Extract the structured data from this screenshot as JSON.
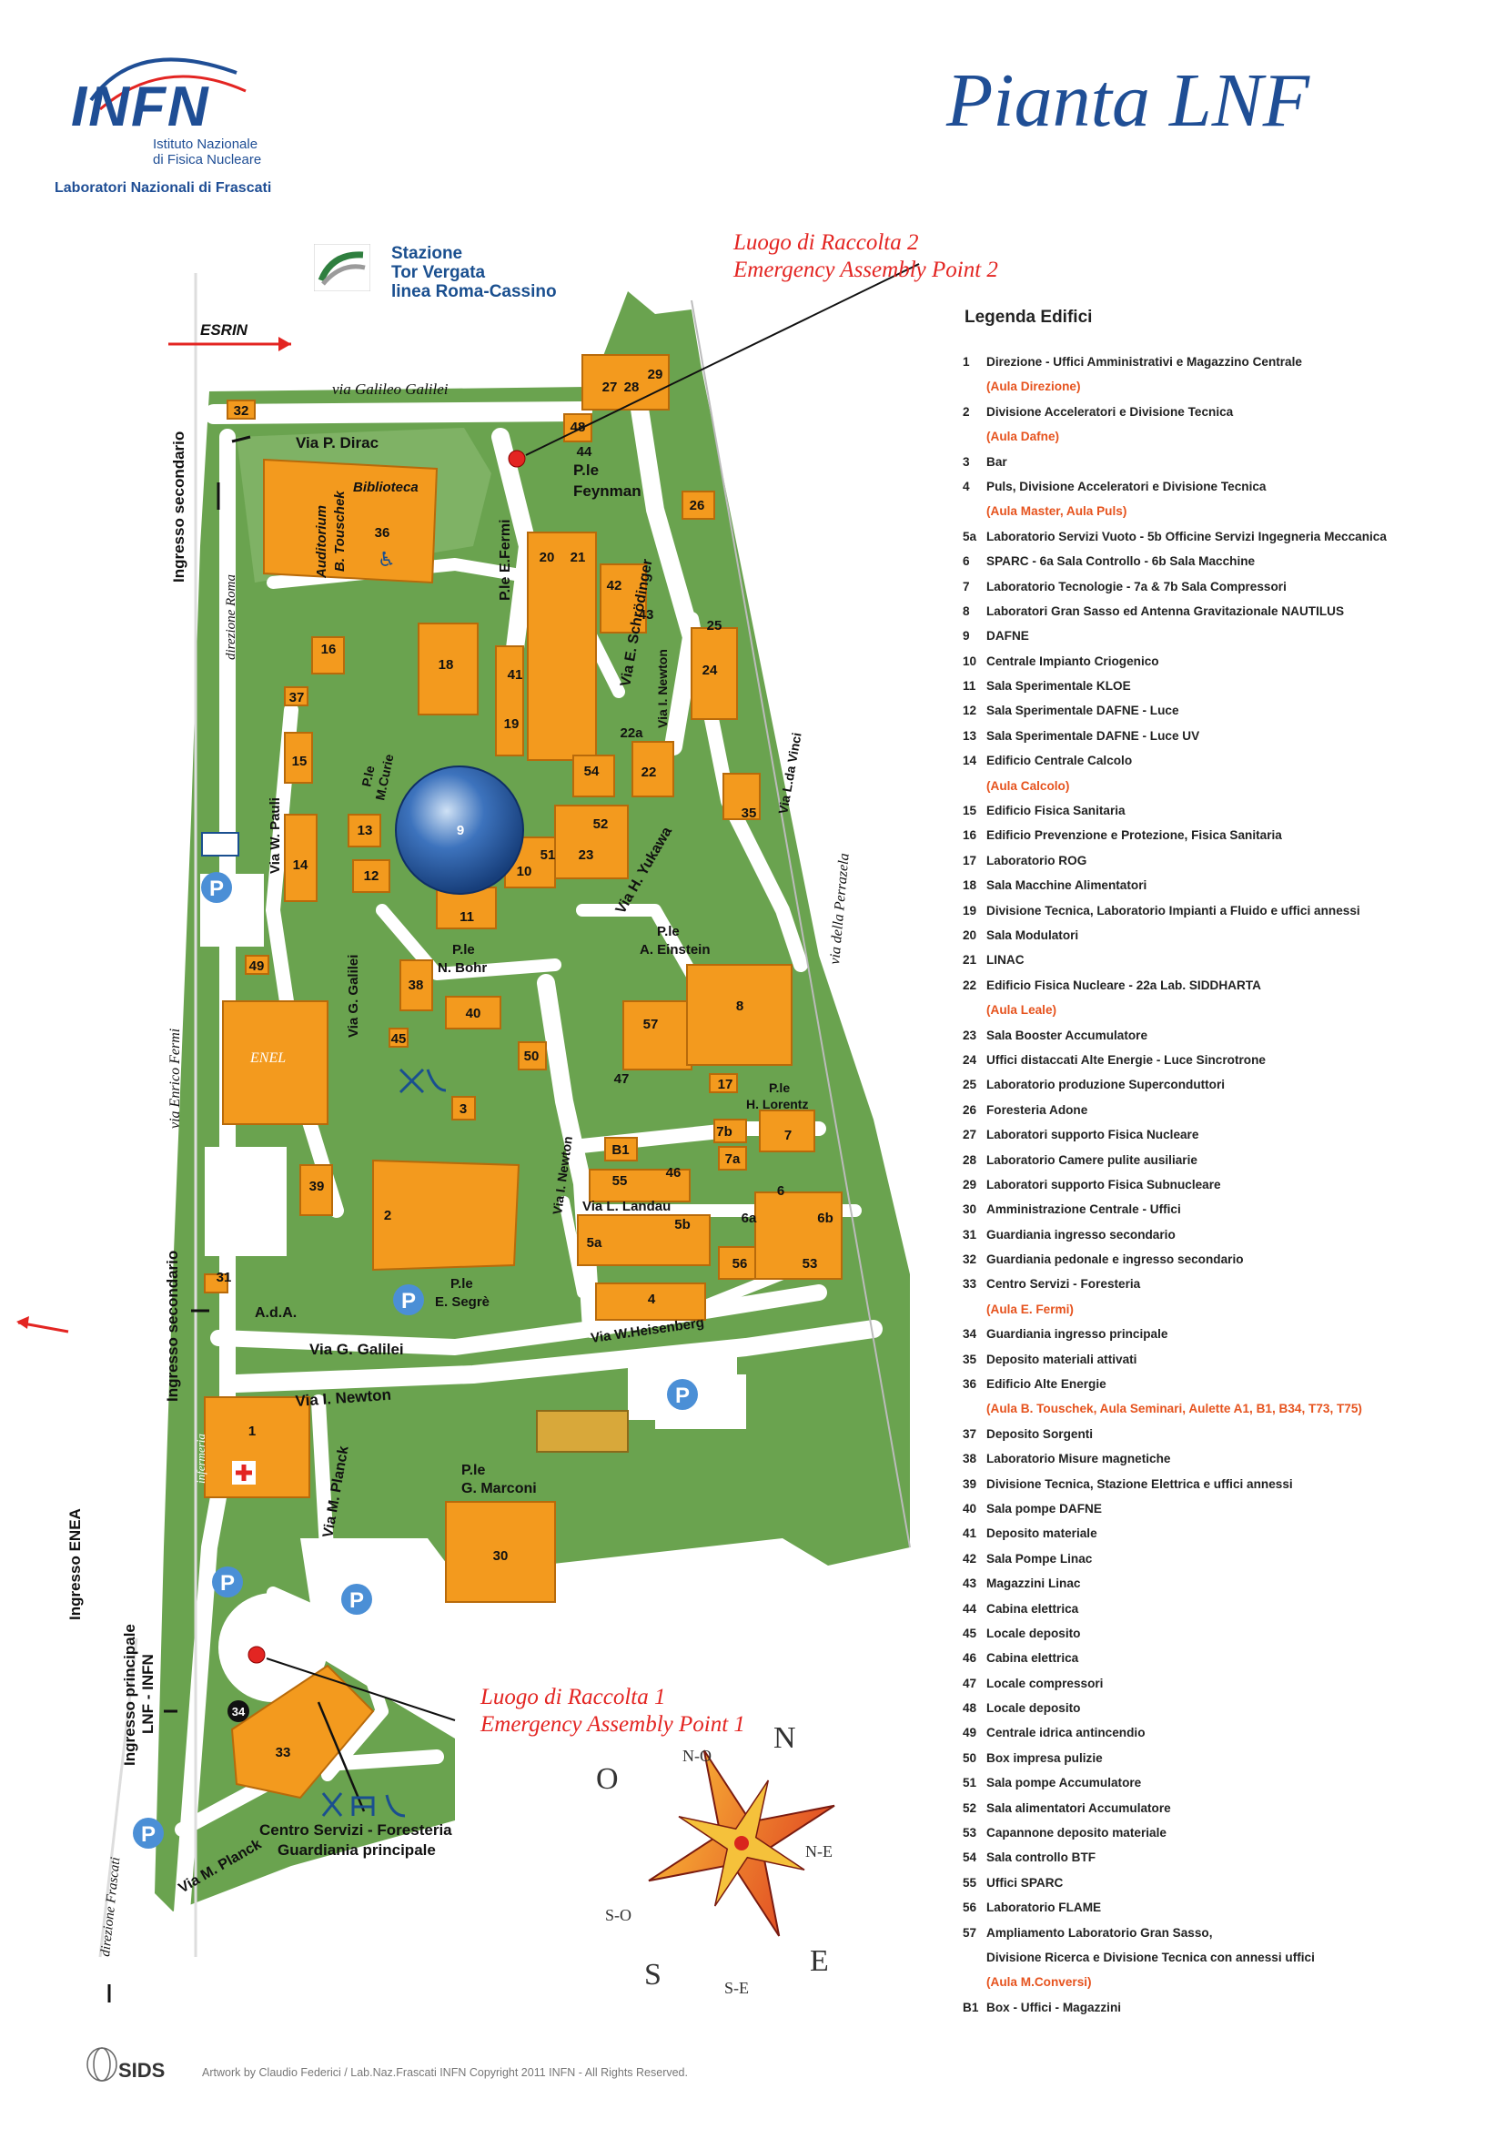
{
  "header": {
    "logo_text": "INFN",
    "logo_line1": "Istituto Nazionale",
    "logo_line2": "di Fisica Nucleare",
    "logo_line3": "Laboratori Nazionali di Frascati",
    "title": "Pianta LNF"
  },
  "station": {
    "line1": "Stazione",
    "line2": "Tor Vergata",
    "line3": "linea Roma-Cassino"
  },
  "assembly_points": {
    "point2_it": "Luogo di Raccolta 2",
    "point2_en": "Emergency Assembly Point 2",
    "point1_it": "Luogo di Raccolta 1",
    "point1_en": "Emergency Assembly Point 1"
  },
  "directions": {
    "esrin": "ESRIN",
    "ingresso_secondario_top": "Ingresso secondario",
    "direzione_roma": "direzione Roma",
    "via_enrico_fermi": "via Enrico Fermi",
    "ingresso_secondario_mid": "Ingresso secondario",
    "ingresso_enea": "Ingresso ENEA",
    "ingresso_principale": "Ingresso principale",
    "lnf_infn": "LNF - INFN",
    "direzione_frascati": "direzione Frascati",
    "via_della_perrazela": "via della Perrazela"
  },
  "roads": {
    "via_galileo_galilei": "via Galileo Galilei",
    "via_p_dirac": "Via P. Dirac",
    "biblioteca": "Biblioteca",
    "auditorium": "Auditorium",
    "touschek": "B. Touschek",
    "ple_feynman_1": "P.le",
    "ple_feynman_2": "Feynman",
    "ple_e_fermi": "P.le E.Fermi",
    "via_e_schrodinger": "Via E. Schrödinger",
    "via_i_newton_top": "Via I. Newton",
    "via_l_da_vinci": "Via L.da Vinci",
    "ple_m_curie_1": "P.le",
    "ple_m_curie_2": "M.Curie",
    "via_w_pauli": "Via W. Pauli",
    "via_h_yukawa": "Via H. Yukawa",
    "ple_a_einstein_1": "P.le",
    "ple_a_einstein_2": "A. Einstein",
    "ple_n_bohr_1": "P.le",
    "ple_n_bohr_2": "N. Bohr",
    "via_g_galilei_vert": "Via G. Galilei",
    "enel": "ENEL",
    "ple_h_lorentz_1": "P.le",
    "ple_h_lorentz_2": "H. Lorentz",
    "via_i_newton_mid": "Via I. Newton",
    "via_l_landau": "Via L. Landau",
    "ple_e_segre_1": "P.le",
    "ple_e_segre_2": "E. Segrè",
    "ada": "A.d.A.",
    "via_g_galilei": "Via G. Galilei",
    "via_w_heisenberg": "Via W.Heisenberg",
    "via_i_newton_low": "Via I. Newton",
    "via_m_planck_vert": "Via M. Planck",
    "infermeria": "infermeria",
    "ple_g_marconi_1": "P.le",
    "ple_g_marconi_2": "G. Marconi",
    "via_m_planck": "Via M. Planck",
    "centro_servizi": "Centro Servizi - Foresteria",
    "guardiania": "Guardiania principale"
  },
  "compass": {
    "n": "N",
    "s": "S",
    "e": "E",
    "o": "O",
    "no": "N-O",
    "ne": "N-E",
    "so": "S-O",
    "se": "S-E"
  },
  "buildings": [
    {
      "id": "32"
    },
    {
      "id": "36"
    },
    {
      "id": "27"
    },
    {
      "id": "28"
    },
    {
      "id": "29"
    },
    {
      "id": "48"
    },
    {
      "id": "44"
    },
    {
      "id": "26"
    },
    {
      "id": "20"
    },
    {
      "id": "21"
    },
    {
      "id": "42"
    },
    {
      "id": "43"
    },
    {
      "id": "25"
    },
    {
      "id": "24"
    },
    {
      "id": "16"
    },
    {
      "id": "18"
    },
    {
      "id": "41"
    },
    {
      "id": "19"
    },
    {
      "id": "37"
    },
    {
      "id": "22a"
    },
    {
      "id": "15"
    },
    {
      "id": "54"
    },
    {
      "id": "22"
    },
    {
      "id": "35"
    },
    {
      "id": "9"
    },
    {
      "id": "52"
    },
    {
      "id": "13"
    },
    {
      "id": "14"
    },
    {
      "id": "12"
    },
    {
      "id": "10"
    },
    {
      "id": "51"
    },
    {
      "id": "23"
    },
    {
      "id": "11"
    },
    {
      "id": "49"
    },
    {
      "id": "38"
    },
    {
      "id": "8"
    },
    {
      "id": "57"
    },
    {
      "id": "40"
    },
    {
      "id": "45"
    },
    {
      "id": "50"
    },
    {
      "id": "47"
    },
    {
      "id": "17"
    },
    {
      "id": "3"
    },
    {
      "id": "7b"
    },
    {
      "id": "7"
    },
    {
      "id": "B1"
    },
    {
      "id": "7a"
    },
    {
      "id": "55"
    },
    {
      "id": "46"
    },
    {
      "id": "39"
    },
    {
      "id": "2"
    },
    {
      "id": "6"
    },
    {
      "id": "6a"
    },
    {
      "id": "6b"
    },
    {
      "id": "5a"
    },
    {
      "id": "5b"
    },
    {
      "id": "56"
    },
    {
      "id": "53"
    },
    {
      "id": "31"
    },
    {
      "id": "4"
    },
    {
      "id": "1"
    },
    {
      "id": "30"
    },
    {
      "id": "34"
    },
    {
      "id": "33"
    }
  ],
  "legend": {
    "title": "Legenda Edifici",
    "items": [
      {
        "num": "1",
        "text": "Direzione - Uffici Amministrativi e Magazzino Centrale",
        "sub": "(Aula Direzione)"
      },
      {
        "num": "2",
        "text": "Divisione Acceleratori e Divisione Tecnica",
        "sub": "(Aula Dafne)"
      },
      {
        "num": "3",
        "text": "Bar",
        "sub": ""
      },
      {
        "num": "4",
        "text": "Puls, Divisione Acceleratori e Divisione Tecnica",
        "sub": "(Aula Master, Aula Puls)"
      },
      {
        "num": "5a",
        "text": "Laboratorio Servizi Vuoto - 5b Officine Servizi Ingegneria Meccanica",
        "sub": ""
      },
      {
        "num": "6",
        "text": "SPARC - 6a  Sala Controllo - 6b  Sala Macchine",
        "sub": ""
      },
      {
        "num": "7",
        "text": "Laboratorio Tecnologie - 7a  &  7b  Sala Compressori",
        "sub": ""
      },
      {
        "num": "8",
        "text": "Laboratori Gran Sasso ed Antenna Gravitazionale NAUTILUS",
        "sub": ""
      },
      {
        "num": "9",
        "text": "DAFNE",
        "sub": ""
      },
      {
        "num": "10",
        "text": "Centrale Impianto Criogenico",
        "sub": ""
      },
      {
        "num": "11",
        "text": "Sala Sperimentale KLOE",
        "sub": ""
      },
      {
        "num": "12",
        "text": "Sala Sperimentale DAFNE - Luce",
        "sub": ""
      },
      {
        "num": "13",
        "text": "Sala Sperimentale DAFNE - Luce UV",
        "sub": ""
      },
      {
        "num": "14",
        "text": "Edificio Centrale Calcolo",
        "sub": "(Aula Calcolo)"
      },
      {
        "num": "15",
        "text": "Edificio Fisica Sanitaria",
        "sub": ""
      },
      {
        "num": "16",
        "text": "Edificio Prevenzione e Protezione, Fisica Sanitaria",
        "sub": ""
      },
      {
        "num": "17",
        "text": "Laboratorio ROG",
        "sub": ""
      },
      {
        "num": "18",
        "text": "Sala Macchine Alimentatori",
        "sub": ""
      },
      {
        "num": "19",
        "text": "Divisione Tecnica, Laboratorio Impianti a Fluido e uffici annessi",
        "sub": ""
      },
      {
        "num": "20",
        "text": "Sala Modulatori",
        "sub": ""
      },
      {
        "num": "21",
        "text": "LINAC",
        "sub": ""
      },
      {
        "num": "22",
        "text": "Edificio Fisica Nucleare - 22a  Lab. SIDDHARTA",
        "sub": "(Aula Leale)"
      },
      {
        "num": "23",
        "text": "Sala Booster Accumulatore",
        "sub": ""
      },
      {
        "num": "24",
        "text": "Uffici distaccati Alte Energie - Luce Sincrotrone",
        "sub": ""
      },
      {
        "num": "25",
        "text": "Laboratorio produzione Superconduttori",
        "sub": ""
      },
      {
        "num": "26",
        "text": "Foresteria Adone",
        "sub": ""
      },
      {
        "num": "27",
        "text": "Laboratori supporto Fisica Nucleare",
        "sub": ""
      },
      {
        "num": "28",
        "text": "Laboratorio Camere pulite ausiliarie",
        "sub": ""
      },
      {
        "num": "29",
        "text": "Laboratori supporto Fisica Subnucleare",
        "sub": ""
      },
      {
        "num": "30",
        "text": "Amministrazione Centrale - Uffici",
        "sub": ""
      },
      {
        "num": "31",
        "text": "Guardiania ingresso secondario",
        "sub": ""
      },
      {
        "num": "32",
        "text": "Guardiania pedonale e ingresso secondario",
        "sub": ""
      },
      {
        "num": "33",
        "text": "Centro Servizi - Foresteria",
        "sub": "(Aula E. Fermi)"
      },
      {
        "num": "34",
        "text": "Guardiania ingresso principale",
        "sub": ""
      },
      {
        "num": "35",
        "text": "Deposito materiali attivati",
        "sub": ""
      },
      {
        "num": "36",
        "text": "Edificio Alte Energie",
        "sub": "(Aula B. Touschek, Aula Seminari, Aulette A1, B1, B34, T73, T75)"
      },
      {
        "num": "37",
        "text": "Deposito Sorgenti",
        "sub": ""
      },
      {
        "num": "38",
        "text": "Laboratorio Misure magnetiche",
        "sub": ""
      },
      {
        "num": "39",
        "text": "Divisione Tecnica, Stazione Elettrica e uffici annessi",
        "sub": ""
      },
      {
        "num": "40",
        "text": "Sala pompe DAFNE",
        "sub": ""
      },
      {
        "num": "41",
        "text": "Deposito materiale",
        "sub": ""
      },
      {
        "num": "42",
        "text": "Sala Pompe Linac",
        "sub": ""
      },
      {
        "num": "43",
        "text": "Magazzini Linac",
        "sub": ""
      },
      {
        "num": "44",
        "text": "Cabina elettrica",
        "sub": ""
      },
      {
        "num": "45",
        "text": "Locale deposito",
        "sub": ""
      },
      {
        "num": "46",
        "text": "Cabina elettrica",
        "sub": ""
      },
      {
        "num": "47",
        "text": "Locale compressori",
        "sub": ""
      },
      {
        "num": "48",
        "text": "Locale deposito",
        "sub": ""
      },
      {
        "num": "49",
        "text": "Centrale idrica antincendio",
        "sub": ""
      },
      {
        "num": "50",
        "text": "Box impresa pulizie",
        "sub": ""
      },
      {
        "num": "51",
        "text": "Sala pompe Accumulatore",
        "sub": ""
      },
      {
        "num": "52",
        "text": "Sala alimentatori Accumulatore",
        "sub": ""
      },
      {
        "num": "53",
        "text": "Capannone deposito materiale",
        "sub": ""
      },
      {
        "num": "54",
        "text": "Sala controllo BTF",
        "sub": ""
      },
      {
        "num": "55",
        "text": "Uffici SPARC",
        "sub": ""
      },
      {
        "num": "56",
        "text": "Laboratorio FLAME",
        "sub": ""
      },
      {
        "num": "57",
        "text": "Ampliamento Laboratorio Gran Sasso,",
        "sub": "Divisione Ricerca e Divisione Tecnica con annessi uffici"
      },
      {
        "num": "",
        "text": "",
        "sub": "(Aula M.Conversi)"
      },
      {
        "num": "B1",
        "text": "Box - Uffici - Magazzini",
        "sub": ""
      }
    ]
  },
  "footer": {
    "sids": "SIDS",
    "credit": "Artwork by Claudio Federici / Lab.Naz.Frascati INFN Copyright 2011 INFN - All Rights Reserved."
  },
  "colors": {
    "green": "#6aa34f",
    "road": "#ffffff",
    "building": "#f39a1e",
    "building_stroke": "#b86a0a",
    "dafne": "#2a5ea8",
    "accent_red": "#e32522",
    "title_blue": "#1f4e95",
    "parking": "#4b8fd6"
  }
}
